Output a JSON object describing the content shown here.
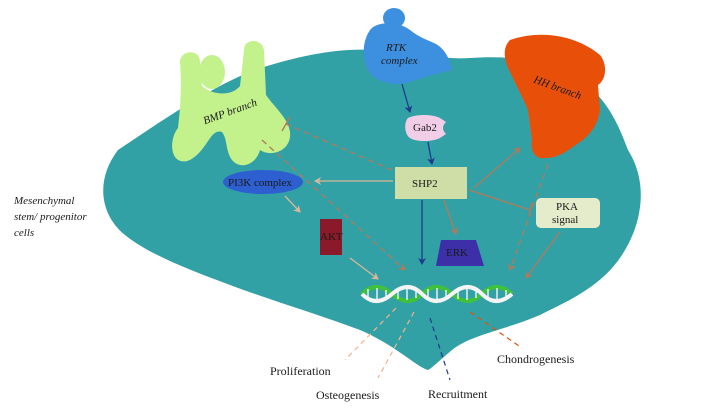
{
  "cell": {
    "label_line1": "Mesenchymal",
    "label_line2": "stem/ progenitor",
    "label_line3": "cells",
    "fill": "#32a1a6"
  },
  "nodes": {
    "rtk_line1": "RTK",
    "rtk_line2": "complex",
    "bmp": "BMP branch",
    "hh": "HH branch",
    "gab2": "Gab2",
    "shp2": "SHP2",
    "pi3k": "PI3K complex",
    "akt": "AKT",
    "erk": "ERK",
    "pka_line1": "PKA",
    "pka_line2": "signal"
  },
  "outcomes": {
    "proliferation": "Proliferation",
    "osteogenesis": "Osteogenesis",
    "recruitment": "Recruitment",
    "chondrogenesis": "Chondrogenesis"
  },
  "colors": {
    "rtk": "#3d8fe0",
    "bmp": "#c3f28c",
    "hh": "#e8500a",
    "gab2": "#f2cde8",
    "shp2": "#cfdda6",
    "pi3k": "#2e5fd0",
    "akt": "#8a1a2a",
    "erk": "#3c2fa8",
    "pka": "#e4eccb",
    "arrow_blue": "#1f3a8a",
    "arrow_brown": "#b07a5a",
    "arrow_tan": "#d9b79a",
    "dna_green": "#3fc23a",
    "dna_white": "#f4f4f4"
  }
}
